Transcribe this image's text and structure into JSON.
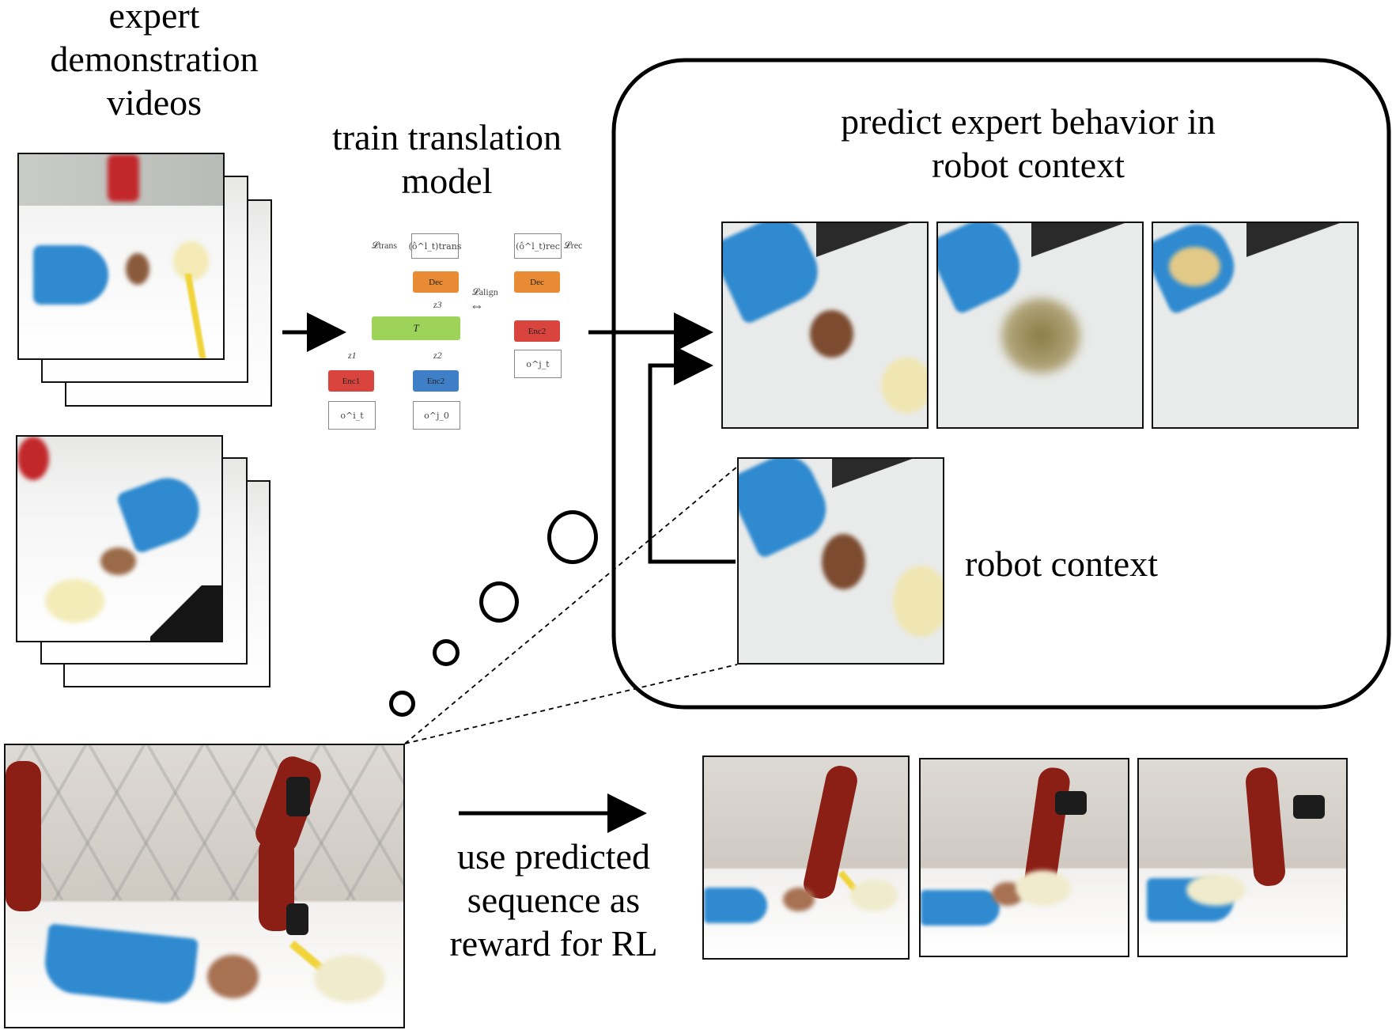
{
  "labels": {
    "expert_videos": "expert\ndemonstration\nvideos",
    "train_model": "train translation\nmodel",
    "predict": "predict expert behavior in\nrobot context",
    "robot_context": "robot context",
    "use_predicted": "use predicted\nsequence as\nreward for RL"
  },
  "model": {
    "l_trans": "𝓛trans",
    "l_rec": "𝓛rec",
    "l_align": "𝓛align",
    "o_trans": "(ô^l_t)trans",
    "o_rec": "(ô^l_t)rec",
    "dec": "Dec",
    "enc1": "Enc1",
    "enc2": "Enc2",
    "enc3": "Enc2",
    "t_block": "T",
    "z1": "z1",
    "z2": "z2",
    "z3": "z3",
    "o_t_i": "o^i_t",
    "o_0_j": "o^j_0",
    "o_t_j": "o^j_t"
  },
  "colors": {
    "encoder_red": "#d9443f",
    "encoder_blue": "#3f7fc7",
    "decoder_orange": "#e98a35",
    "translator_green": "#9ed35a",
    "dustpan_blue": "#2f8ad0",
    "robot_red": "#8b1f16"
  }
}
